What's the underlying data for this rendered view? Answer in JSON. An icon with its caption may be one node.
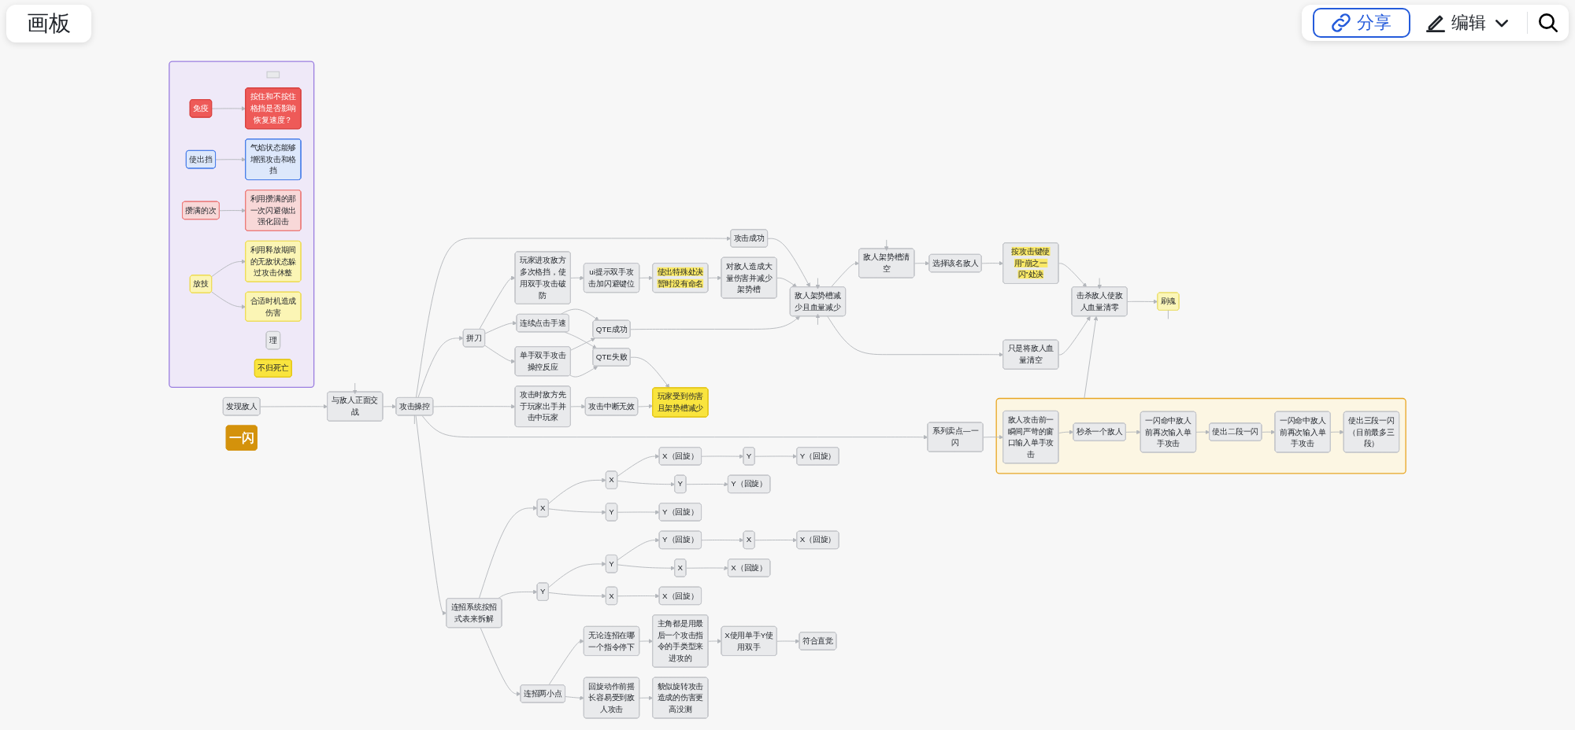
{
  "diagram": {
    "nodes": [
      {
        "text": [
          "发现敌人"
        ]
      },
      {
        "text": [
          "与敌人正面交战"
        ]
      },
      {
        "text": [
          "攻击操控"
        ]
      },
      {
        "text": [
          "攻击成功"
        ]
      },
      {
        "text": [
          "拼刀"
        ]
      },
      {
        "text": [
          "玩家进攻敌方多次格挡，使用双手攻击破防"
        ]
      },
      {
        "text": [
          "ui提示双手攻击加闪避键位"
        ]
      },
      {
        "text": [
          "使出特殊处决暂时没有命名"
        ]
      },
      {
        "text": [
          "对敌人造成大量伤害并减少架势槽"
        ]
      },
      {
        "text": [
          "连续点击手速"
        ]
      },
      {
        "text": [
          "QTE成功"
        ]
      },
      {
        "text": [
          "单手双手攻击操控反应"
        ]
      },
      {
        "text": [
          "QTE失败"
        ]
      },
      {
        "text": [
          "玩家受到伤害且架势槽减少"
        ]
      },
      {
        "text": [
          "攻击时敌方先于玩家出手并击中玩家"
        ]
      },
      {
        "text": [
          "攻击中断无效"
        ]
      },
      {
        "text": [
          "一闪"
        ]
      },
      {
        "text": [
          "系列卖点—一闪"
        ]
      },
      {
        "text": [],
        "shape": "box"
      },
      {
        "text": [
          "敌人攻击前一瞬间严苛的窗口输入单手攻击"
        ],
        "in": 18
      },
      {
        "text": [
          "秒杀一个敌人"
        ],
        "in": 18
      },
      {
        "text": [
          "一闪命中敌人前再次输入单手攻击"
        ],
        "in": 18
      },
      {
        "text": [
          "使出二段一闪"
        ],
        "in": 18
      },
      {
        "text": [
          "一闪命中敌人前再次输入单手攻击"
        ],
        "in": 18
      },
      {
        "text": [
          "使出三段一闪（目前最多三段）"
        ],
        "in": 18
      },
      {
        "text": [
          "连招系统按招式表来拆解"
        ]
      },
      {
        "text": [
          "X"
        ]
      },
      {
        "text": [
          "X"
        ]
      },
      {
        "text": [
          "X（回旋）"
        ]
      },
      {
        "text": [
          "Y"
        ]
      },
      {
        "text": [
          "Y（回旋）"
        ]
      },
      {
        "text": [
          "Y"
        ]
      },
      {
        "text": [
          "Y（回旋）"
        ]
      },
      {
        "text": [
          "Y"
        ]
      },
      {
        "text": [
          "Y（回旋）"
        ]
      },
      {
        "text": [
          "Y"
        ]
      },
      {
        "text": [
          "Y"
        ]
      },
      {
        "text": [
          "Y（回旋）"
        ]
      },
      {
        "text": [
          "X"
        ]
      },
      {
        "text": [
          "X（回旋）"
        ]
      },
      {
        "text": [
          "X"
        ]
      },
      {
        "text": [
          "X（回旋）"
        ]
      },
      {
        "text": [
          "X"
        ]
      },
      {
        "text": [
          "X（回旋）"
        ]
      },
      {
        "text": [
          "连招两小点"
        ]
      },
      {
        "text": [
          "无论连招在哪一个指令停下"
        ]
      },
      {
        "text": [
          "主角都是用最后一个攻击指令的手类型来进攻的"
        ]
      },
      {
        "text": [
          "X使用单手Y使用双手"
        ]
      },
      {
        "text": [
          "符合直觉"
        ]
      },
      {
        "text": [
          "回旋动作前摇长容易受到敌人攻击"
        ]
      },
      {
        "text": [
          "貌似旋转攻击造成的伤害更高没测"
        ]
      },
      {
        "text": [
          "敌人架势槽减少且血量减少"
        ]
      },
      {
        "text": [
          "敌人架势槽清空"
        ]
      },
      {
        "text": [
          "选择该名敌人"
        ]
      },
      {
        "text": [
          "按攻击键使用“崩之一闪”处决"
        ]
      },
      {
        "text": [
          "击杀敌人使敌人血量清零"
        ]
      },
      {
        "text": [
          "只是将敌人血量清空"
        ]
      },
      {
        "text": [
          "刷魂"
        ]
      },
      {
        "text": [],
        "shape": "box"
      },
      {
        "text": [],
        "shape": "box",
        "in": 58
      },
      {
        "text": [
          "理"
        ],
        "in": 58
      },
      {
        "text": [
          "不归死亡"
        ],
        "in": 58
      },
      {
        "text": [
          "免疫"
        ],
        "in": 58
      },
      {
        "text": [
          "按住和不按住格挡是否影响恢复速度？"
        ],
        "in": 58
      },
      {
        "text": [
          "使出挡"
        ],
        "in": 58
      },
      {
        "text": [
          "气焰状态能够增强攻击和格挡"
        ],
        "in": 58
      },
      {
        "text": [
          "攒满的次"
        ],
        "in": 58
      },
      {
        "text": [
          "利用攒满的那一次闪避做出强化回击"
        ],
        "in": 58
      },
      {
        "text": [
          "放技"
        ],
        "in": 58
      },
      {
        "text": [
          "利用释放期间的无敌状态躲过攻击休整"
        ],
        "in": 58
      },
      {
        "text": [
          "合适时机造成伤害"
        ],
        "in": 58
      }
    ],
    "edges": [
      {
        "from": 0,
        "to": 1,
        "arrow": "to"
      },
      {
        "from": null,
        "to": 1,
        "arrow": "to"
      },
      {
        "from": 1,
        "to": 2,
        "arrow": "to"
      },
      {
        "from": 2,
        "to": 3,
        "arrow": "to"
      },
      {
        "from": 2,
        "to": 4,
        "arrow": "to"
      },
      {
        "from": 2,
        "to": 14,
        "arrow": "to"
      },
      {
        "from": 2,
        "to": 17,
        "arrow": "to"
      },
      {
        "from": 2,
        "to": 25,
        "arrow": "to"
      },
      {
        "from": 2,
        "to": null,
        "arrow": "none"
      },
      {
        "from": 4,
        "to": 5,
        "arrow": "to"
      },
      {
        "from": 4,
        "to": 9,
        "arrow": "to"
      },
      {
        "from": 4,
        "to": 11,
        "arrow": "to"
      },
      {
        "from": 5,
        "to": 6,
        "arrow": "to"
      },
      {
        "from": 6,
        "to": 7,
        "arrow": "to"
      },
      {
        "from": 7,
        "to": 8,
        "arrow": "to"
      },
      {
        "from": 8,
        "to": 51,
        "arrow": "to"
      },
      {
        "from": 3,
        "to": 51,
        "arrow": "to"
      },
      {
        "from": 9,
        "to": 10,
        "arrow": "to"
      },
      {
        "from": 9,
        "to": 12,
        "arrow": "to"
      },
      {
        "from": 11,
        "to": 10,
        "arrow": "to"
      },
      {
        "from": 11,
        "to": 12,
        "arrow": "to"
      },
      {
        "from": 10,
        "to": 51,
        "arrow": "to"
      },
      {
        "from": 12,
        "to": 13,
        "arrow": "to"
      },
      {
        "from": 14,
        "to": 15,
        "arrow": "to"
      },
      {
        "from": 15,
        "to": 13,
        "arrow": "to"
      },
      {
        "from": 17,
        "to": 19,
        "arrow": "to"
      },
      {
        "from": 19,
        "to": 20,
        "arrow": "to"
      },
      {
        "from": 20,
        "to": 21,
        "arrow": "to"
      },
      {
        "from": 21,
        "to": 22,
        "arrow": "to"
      },
      {
        "from": 22,
        "to": 23,
        "arrow": "to"
      },
      {
        "from": 23,
        "to": 24,
        "arrow": "to"
      },
      {
        "from": 18,
        "to": 55,
        "arrow": "to"
      },
      {
        "from": 25,
        "to": 26,
        "arrow": "to"
      },
      {
        "from": 25,
        "to": 35,
        "arrow": "to"
      },
      {
        "from": 25,
        "to": 44,
        "arrow": "to"
      },
      {
        "from": 26,
        "to": 27,
        "arrow": "to"
      },
      {
        "from": 26,
        "to": 33,
        "arrow": "to"
      },
      {
        "from": 27,
        "to": 28,
        "arrow": "to"
      },
      {
        "from": 27,
        "to": 31,
        "arrow": "to"
      },
      {
        "from": 28,
        "to": 29,
        "arrow": "to"
      },
      {
        "from": 29,
        "to": 30,
        "arrow": "to"
      },
      {
        "from": 31,
        "to": 32,
        "arrow": "to"
      },
      {
        "from": 33,
        "to": 34,
        "arrow": "to"
      },
      {
        "from": 35,
        "to": 36,
        "arrow": "to"
      },
      {
        "from": 35,
        "to": 42,
        "arrow": "to"
      },
      {
        "from": 36,
        "to": 37,
        "arrow": "to"
      },
      {
        "from": 36,
        "to": 40,
        "arrow": "to"
      },
      {
        "from": 37,
        "to": 38,
        "arrow": "to"
      },
      {
        "from": 38,
        "to": 39,
        "arrow": "to"
      },
      {
        "from": 40,
        "to": 41,
        "arrow": "to"
      },
      {
        "from": 42,
        "to": 43,
        "arrow": "to"
      },
      {
        "from": 44,
        "to": 45,
        "arrow": "to"
      },
      {
        "from": 44,
        "to": 49,
        "arrow": "to"
      },
      {
        "from": 45,
        "to": 46,
        "arrow": "to"
      },
      {
        "from": 46,
        "to": 47,
        "arrow": "to"
      },
      {
        "from": 47,
        "to": 48,
        "arrow": "to"
      },
      {
        "from": 49,
        "to": 50,
        "arrow": "to"
      },
      {
        "from": 51,
        "to": 52,
        "arrow": "to"
      },
      {
        "from": 51,
        "to": 56,
        "arrow": "to"
      },
      {
        "from": null,
        "to": 51,
        "arrow": "to"
      },
      {
        "from": null,
        "to": 51,
        "arrow": "to"
      },
      {
        "from": null,
        "to": 52,
        "arrow": "to"
      },
      {
        "from": 52,
        "to": 53,
        "arrow": "to"
      },
      {
        "from": 53,
        "to": 54,
        "arrow": "to"
      },
      {
        "from": 54,
        "to": 55,
        "arrow": "to"
      },
      {
        "from": 56,
        "to": 55,
        "arrow": "to"
      },
      {
        "from": null,
        "to": 55,
        "arrow": "to"
      },
      {
        "from": 55,
        "to": 57,
        "arrow": "to"
      },
      {
        "from": 57,
        "to": null,
        "arrow": "none"
      },
      {
        "from": 62,
        "to": 63,
        "arrow": "to"
      },
      {
        "from": 64,
        "to": 65,
        "arrow": "to"
      },
      {
        "from": 66,
        "to": 67,
        "arrow": "to"
      },
      {
        "from": 68,
        "to": 69,
        "arrow": "to"
      },
      {
        "from": 68,
        "to": 70,
        "arrow": "to"
      }
    ],
    "labels": [
      "画板",
      "分享",
      "编辑"
    ]
  }
}
